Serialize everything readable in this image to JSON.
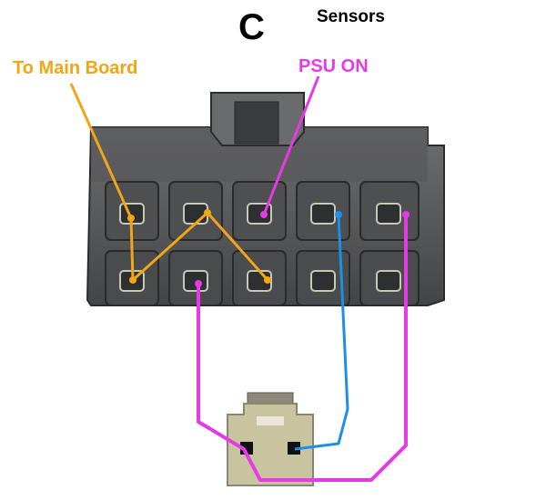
{
  "labels": {
    "title": "C",
    "sensors": "Sensors",
    "to_main_board": "To Main Board",
    "psu_on": "PSU ON"
  },
  "colors": {
    "main_board_wire": "#f2a516",
    "psu_on_wire": "#e63ae6",
    "sensor_wire": "#1e8fe6",
    "connector": "#5b5c5e",
    "pin_plug": "#c8c4a0"
  }
}
